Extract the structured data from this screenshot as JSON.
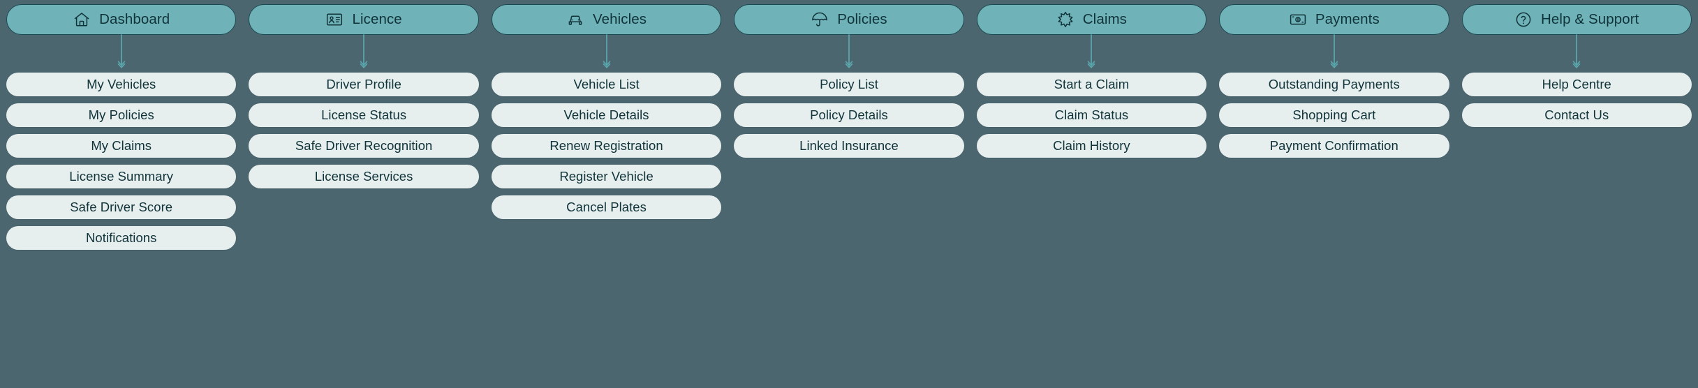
{
  "theme": {
    "background": "#4c6670",
    "nav_fill": "#6fb3b8",
    "nav_border": "#1d4a52",
    "pill_fill": "#e7efee",
    "text": "#10333a",
    "arrow": "#5aa8ad"
  },
  "columns": [
    {
      "id": "dashboard",
      "icon": "home-icon",
      "label": "Dashboard",
      "children": [
        "My Vehicles",
        "My Policies",
        "My Claims",
        "License Summary",
        "Safe Driver Score",
        "Notifications"
      ]
    },
    {
      "id": "licence",
      "icon": "id-card-icon",
      "label": "Licence",
      "children": [
        "Driver Profile",
        "License Status",
        "Safe Driver Recognition",
        "License Services"
      ]
    },
    {
      "id": "vehicles",
      "icon": "car-icon",
      "label": "Vehicles",
      "children": [
        "Vehicle List",
        "Vehicle Details",
        "Renew Registration",
        "Register Vehicle",
        "Cancel Plates"
      ]
    },
    {
      "id": "policies",
      "icon": "umbrella-icon",
      "label": "Policies",
      "children": [
        "Policy List",
        "Policy Details",
        "Linked Insurance"
      ]
    },
    {
      "id": "claims",
      "icon": "burst-icon",
      "label": "Claims",
      "children": [
        "Start a Claim",
        "Claim Status",
        "Claim History"
      ]
    },
    {
      "id": "payments",
      "icon": "banknote-icon",
      "label": "Payments",
      "children": [
        "Outstanding Payments",
        "Shopping Cart",
        "Payment Confirmation"
      ]
    },
    {
      "id": "help-support",
      "icon": "question-circle-icon",
      "label": "Help & Support",
      "children": [
        "Help Centre",
        "Contact Us"
      ]
    }
  ]
}
